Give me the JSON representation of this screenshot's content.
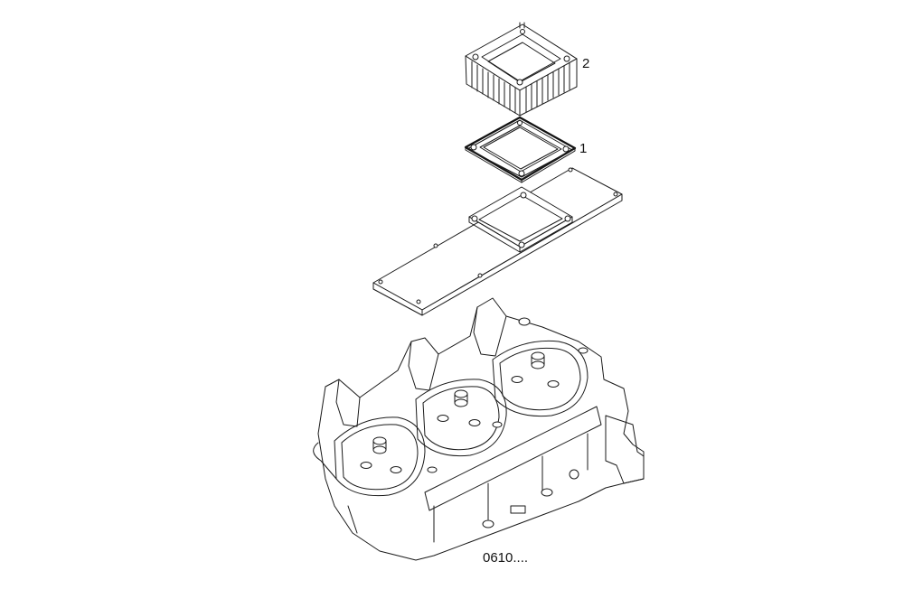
{
  "callouts": [
    {
      "id": "part-2",
      "label": "2"
    },
    {
      "id": "part-1",
      "label": "1"
    }
  ],
  "caption": "0610....",
  "colors": {
    "line": "#1a1a1a",
    "background": "#ffffff"
  }
}
